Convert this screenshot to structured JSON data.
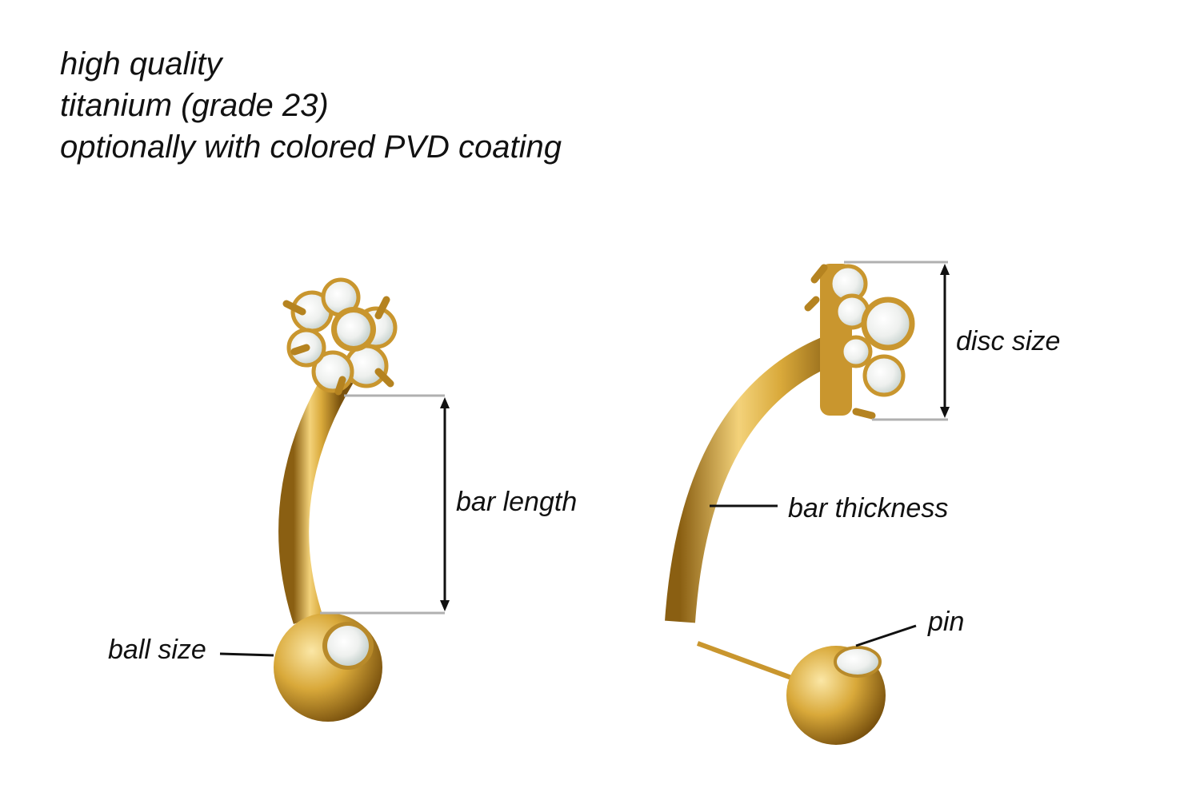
{
  "headings": [
    "high quality",
    "titanium (grade 23)",
    "optionally with colored PVD coating"
  ],
  "labels": {
    "bar_length": "bar length",
    "disc_size": "disc size",
    "bar_thickness": "bar thickness",
    "pin": "pin",
    "ball_size": "ball size"
  },
  "colors": {
    "gold": "#d9a93a",
    "opal": "#eef0ee",
    "dimension_line": "#b0b0b0",
    "arrow": "#111111"
  }
}
